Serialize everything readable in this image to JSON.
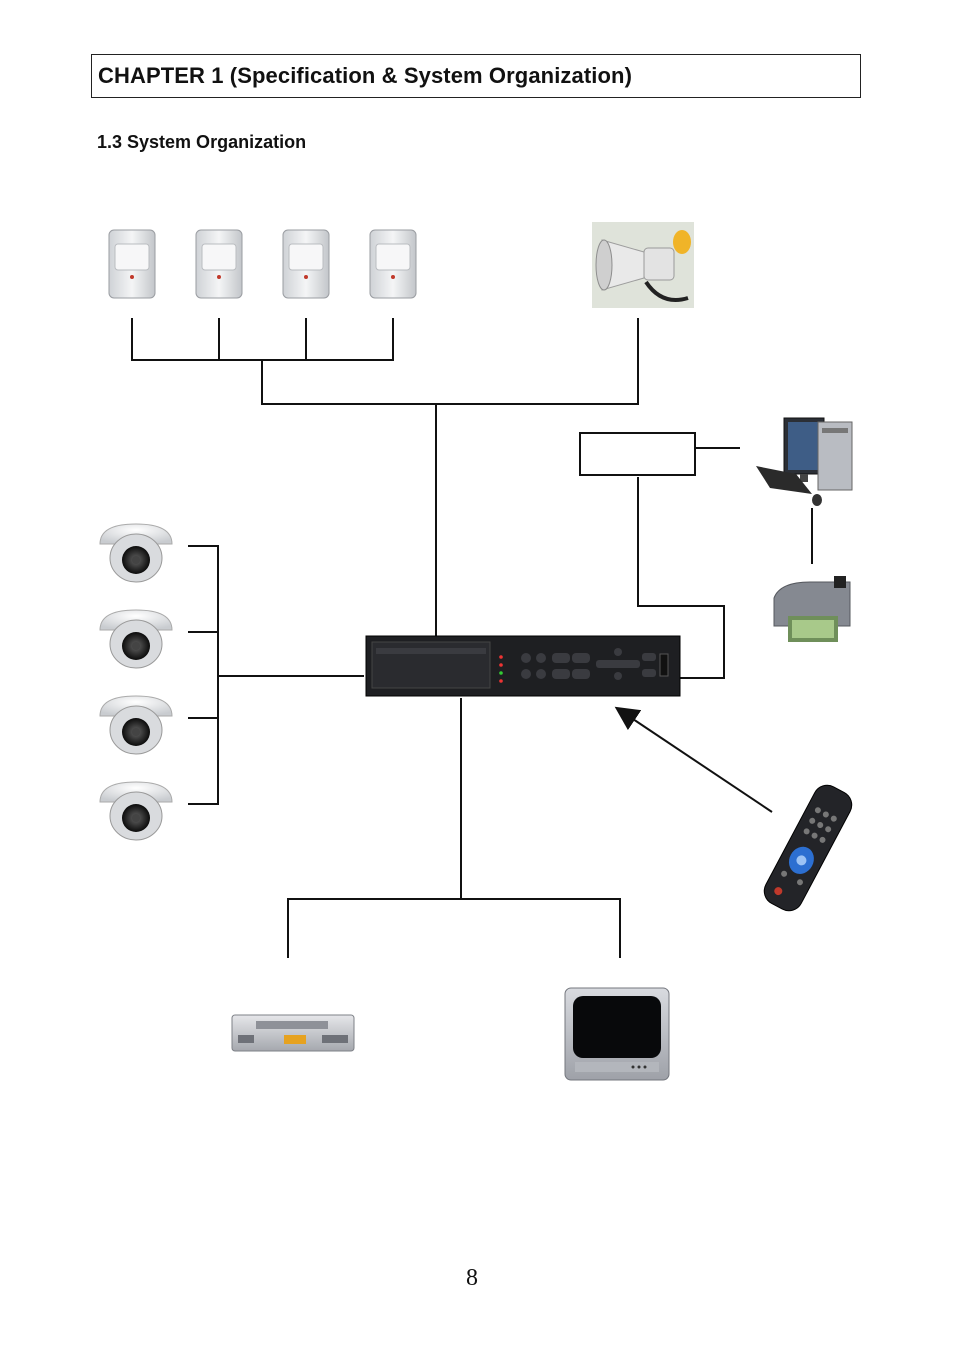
{
  "header": {
    "chapter_title": "CHAPTER 1 (Specification & System Organization)"
  },
  "section": {
    "title": "1.3 System Organization"
  },
  "diagram": {
    "devices": [
      {
        "id": "sensor-1",
        "icon": "pir-sensor-icon"
      },
      {
        "id": "sensor-2",
        "icon": "pir-sensor-icon"
      },
      {
        "id": "sensor-3",
        "icon": "pir-sensor-icon"
      },
      {
        "id": "sensor-4",
        "icon": "pir-sensor-icon"
      },
      {
        "id": "siren",
        "icon": "siren-icon"
      },
      {
        "id": "computer",
        "icon": "computer-icon"
      },
      {
        "id": "printer",
        "icon": "printer-icon"
      },
      {
        "id": "camera-1",
        "icon": "dome-camera-icon"
      },
      {
        "id": "camera-2",
        "icon": "dome-camera-icon"
      },
      {
        "id": "camera-3",
        "icon": "dome-camera-icon"
      },
      {
        "id": "camera-4",
        "icon": "dome-camera-icon"
      },
      {
        "id": "dvr",
        "icon": "dvr-icon"
      },
      {
        "id": "remote",
        "icon": "remote-control-icon"
      },
      {
        "id": "vcr",
        "icon": "vcr-icon"
      },
      {
        "id": "monitor",
        "icon": "tv-monitor-icon"
      }
    ]
  },
  "footer": {
    "page_number": "8"
  }
}
